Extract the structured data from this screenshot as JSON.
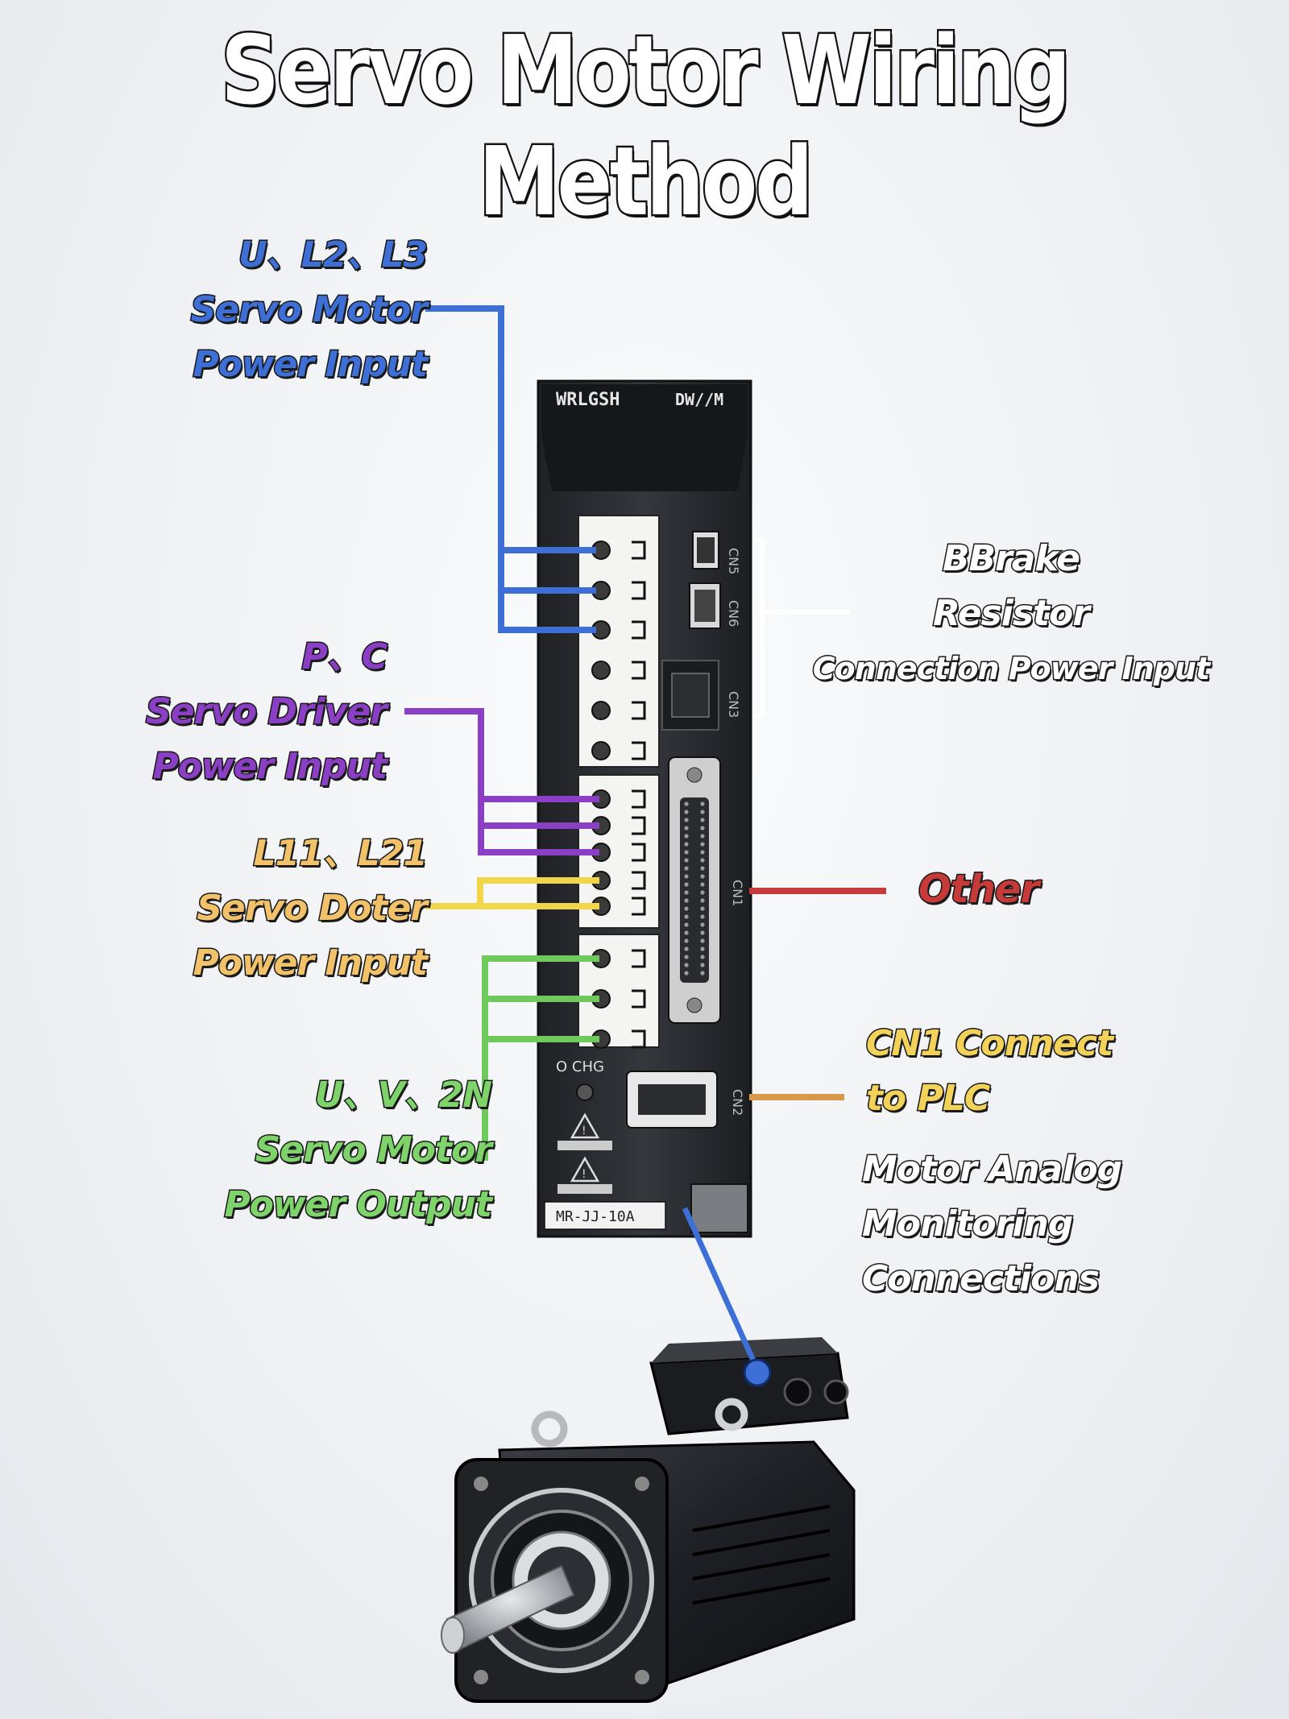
{
  "title": "Servo Motor Wiring Method",
  "labels": {
    "l1_l2_l3": [
      "U、L2、L3",
      "Servo Motor",
      "Power Input"
    ],
    "p_c": [
      "P、C",
      "Servo Driver",
      "Power Input"
    ],
    "l11_l21": [
      "L11、L21",
      "Servo Doter",
      "Power Input"
    ],
    "u_v_w": [
      "U、V、2N",
      "Servo Motor",
      "Power Output"
    ],
    "brake": [
      "BBrake",
      "Resistor",
      "Connection Power Input"
    ],
    "other": "Other",
    "cn1": [
      "CN1 Connect",
      "to PLC"
    ],
    "analog": [
      "Motor Analog",
      "Monitoring",
      "Connections"
    ]
  },
  "drive": {
    "brand": "WRLGSH",
    "model_top": "DW//M",
    "model_plate": "MR-JJ-10A",
    "port_cn3": "CN3",
    "port_cn2": "CN2",
    "port_cn1": "CN1",
    "charge": "O CHG"
  },
  "colors": {
    "blue": "#3e6fd6",
    "purple": "#8a3fc4",
    "yellow": "#f0d648",
    "green": "#6fc95c",
    "white": "#ffffff",
    "red": "#c63a3a",
    "orange": "#d89a4a",
    "drive_body": "#2b2d31"
  },
  "icons": [
    "warning-triangle-icon",
    "screw-terminal-icon",
    "connector-icon"
  ]
}
